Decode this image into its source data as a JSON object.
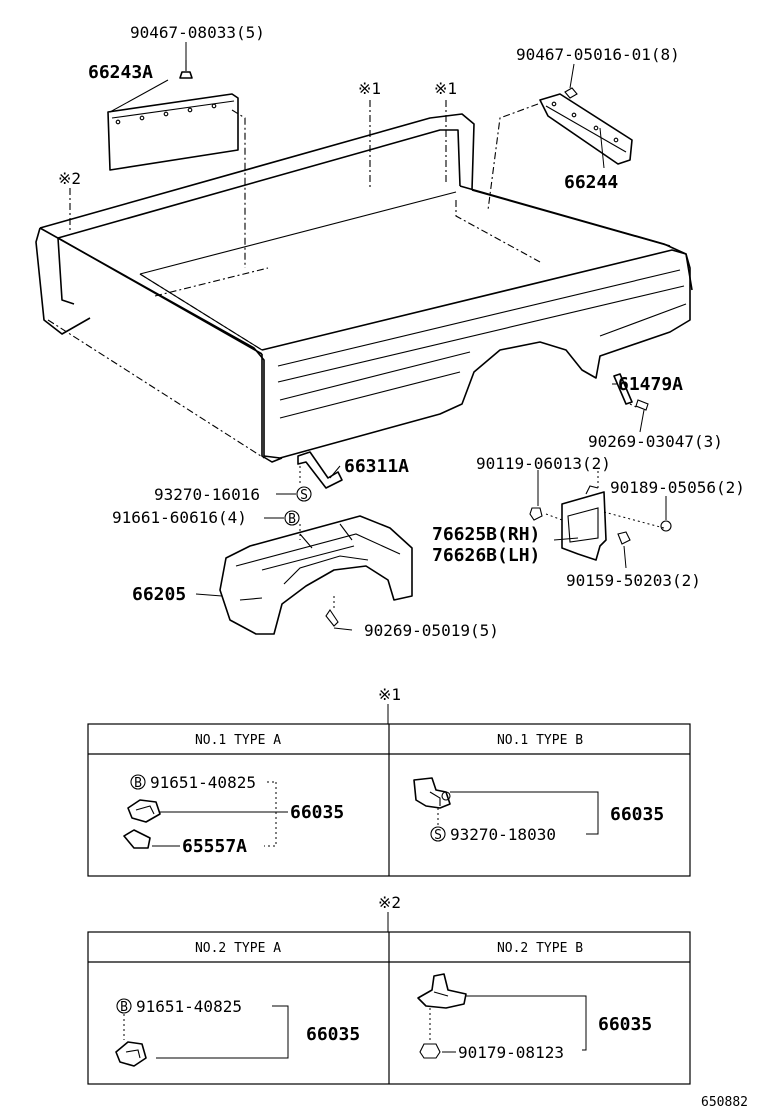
{
  "labels": {
    "c90467_08033": "90467-08033(5)",
    "c66243A": "66243A",
    "c90467_05016": "90467-05016-01(8)",
    "c66244": "66244",
    "note1a": "※1",
    "note1b": "※1",
    "note2": "※2",
    "c61479A": "61479A",
    "c90269_03047": "90269-03047(3)",
    "c66311A": "66311A",
    "c93270_16016": "93270-16016",
    "c91661_60616": "91661-60616(4)",
    "c90119_06013": "90119-06013(2)",
    "c90189_05056": "90189-05056(2)",
    "c76625B": "76625B(RH)",
    "c76626B": "76626B(LH)",
    "c90159_50203": "90159-50203(2)",
    "c66205": "66205",
    "c90269_05019": "90269-05019(5)"
  },
  "table1": {
    "ref": "※1",
    "col_a": "NO.1 TYPE A",
    "col_b": "NO.1 TYPE B",
    "a_bolt": "91651-40825",
    "a_part": "66035",
    "a_pad": "65557A",
    "b_part": "66035",
    "b_washer": "93270-18030"
  },
  "table2": {
    "ref": "※2",
    "col_a": "NO.2 TYPE A",
    "col_b": "NO.2 TYPE B",
    "a_bolt": "91651-40825",
    "a_part": "66035",
    "b_part": "66035",
    "b_nut": "90179-08123"
  },
  "symbols": {
    "bolt": "B",
    "washer": "S"
  },
  "figure_id": "650882"
}
